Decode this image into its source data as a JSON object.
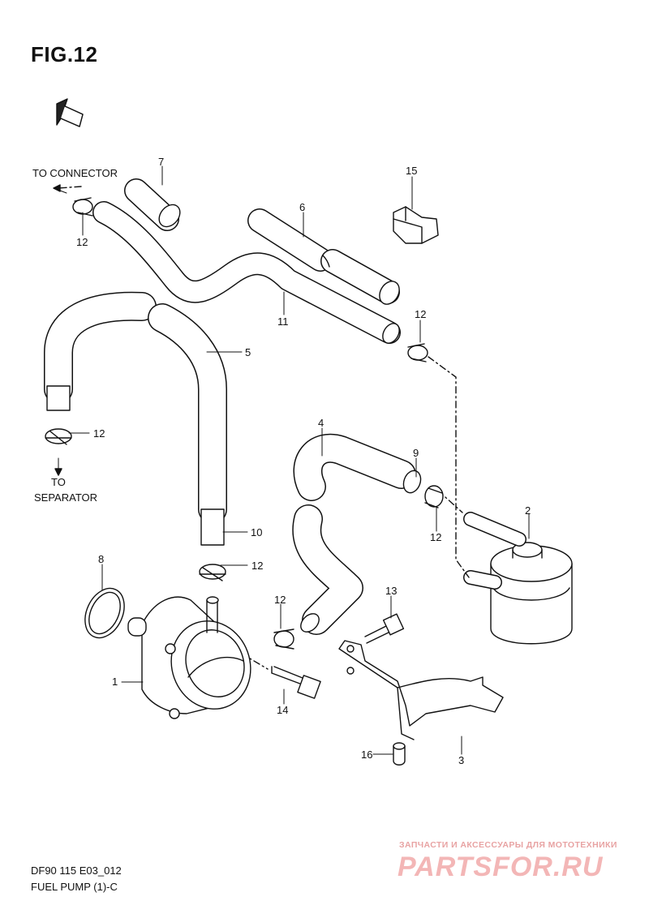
{
  "figure": {
    "title": "FIG.12",
    "fwd_label": "FWD",
    "code": "DF90 115 E03_012",
    "name": "FUEL PUMP (1)-C"
  },
  "destinations": {
    "to_connector": "TO CONNECTOR",
    "to_separator_line1": "TO",
    "to_separator_line2": "SEPARATOR"
  },
  "callouts": {
    "c1": "1",
    "c2": "2",
    "c3": "3",
    "c4": "4",
    "c5": "5",
    "c6": "6",
    "c7": "7",
    "c8": "8",
    "c9": "9",
    "c10": "10",
    "c11": "11",
    "c12a": "12",
    "c12b": "12",
    "c12c": "12",
    "c12d": "12",
    "c12e": "12",
    "c12f": "12",
    "c13": "13",
    "c14": "14",
    "c15": "15",
    "c16": "16"
  },
  "watermark": {
    "tagline": "ЗАПЧАСТИ И АКСЕССУАРЫ ДЛЯ МОТОТЕХНИКИ",
    "logo": "PARTSFOR.RU"
  },
  "colors": {
    "line": "#111111",
    "watermark": "#f3b6b6"
  }
}
